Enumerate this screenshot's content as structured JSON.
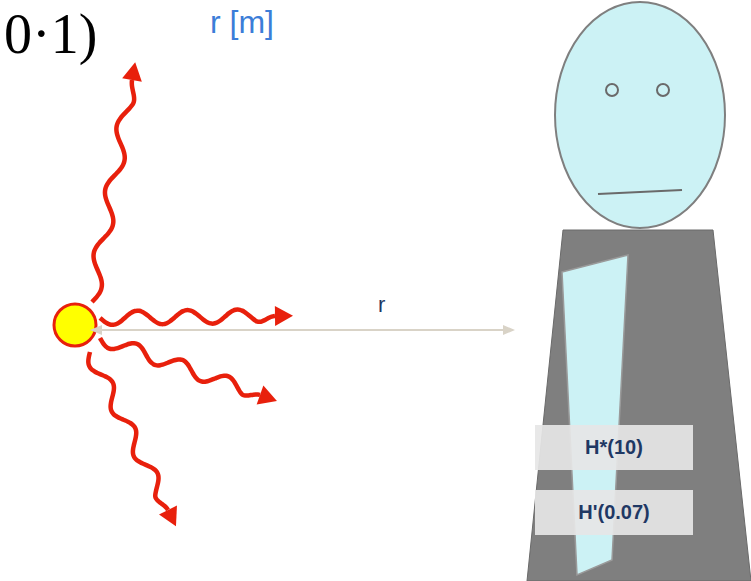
{
  "diagram": {
    "nodes": [
      {
        "text": [
          "H*(10)"
        ]
      },
      {
        "text": [
          "H'(0.07)"
        ]
      }
    ],
    "edges": [],
    "labels": [
      "0·1)",
      "r [m]",
      "r"
    ]
  }
}
